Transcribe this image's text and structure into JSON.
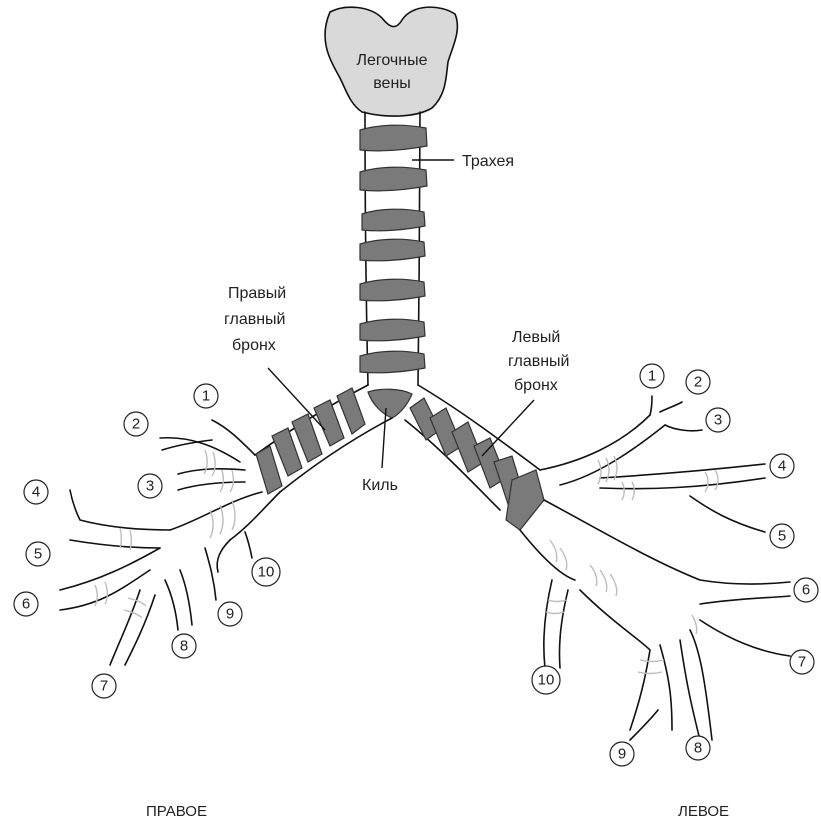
{
  "labels": {
    "veins_line1": "Легочные",
    "veins_line2": "вены",
    "trachea": "Трахея",
    "right_bronchus_line1": "Правый",
    "right_bronchus_line2": "главный",
    "right_bronchus_line3": "бронх",
    "left_bronchus_line1": "Левый",
    "left_bronchus_line2": "главный",
    "left_bronchus_line3": "бронх",
    "carina": "Киль",
    "right_side": "ПРАВОЕ",
    "left_side": "ЛЕВОЕ"
  },
  "right_segments": [
    "1",
    "2",
    "3",
    "4",
    "5",
    "6",
    "7",
    "8",
    "9",
    "10"
  ],
  "left_segments": [
    "1",
    "2",
    "3",
    "4",
    "5",
    "6",
    "7",
    "8",
    "9",
    "10"
  ],
  "colors": {
    "cartilage": "#7a7a7a",
    "veins_fill": "#d9d9d9",
    "line": "#111111",
    "segment_rings": "#bdbdbd"
  }
}
